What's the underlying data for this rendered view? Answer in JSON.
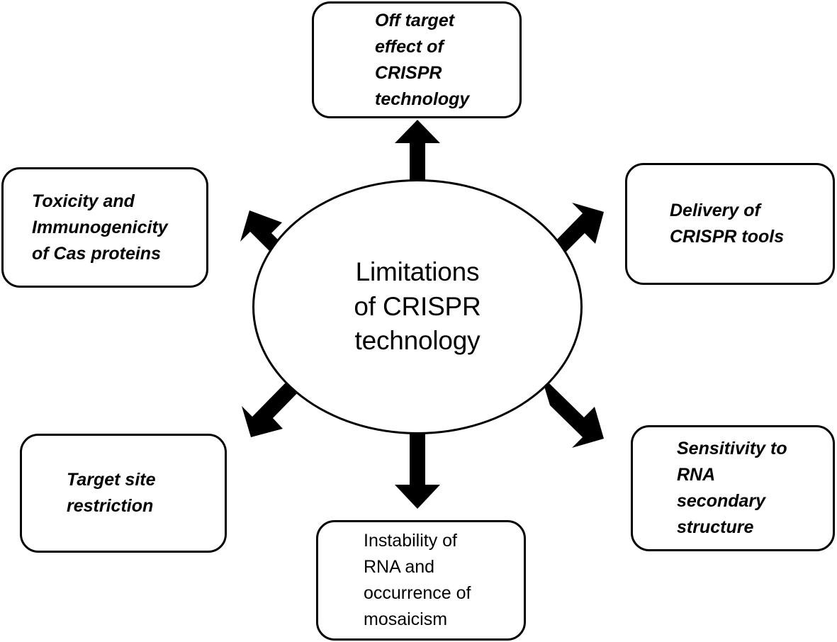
{
  "diagram": {
    "type": "hub-and-spoke",
    "title": "Limitations of CRISPR technology",
    "center": {
      "shape": "ellipse",
      "label": "Limitations\nof CRISPR\ntechnology"
    },
    "colors": {
      "stroke": "#000000",
      "fill": "#ffffff",
      "text": "#000000",
      "arrow": "#000000"
    },
    "nodes": [
      {
        "id": "off-target",
        "label": "Off target\neffect of\nCRISPR\ntechnology",
        "position": "top",
        "arrow_direction": "up"
      },
      {
        "id": "toxicity",
        "label": "Toxicity and\nImmunogenicity\nof Cas proteins",
        "position": "top-left",
        "arrow_direction": "up-left"
      },
      {
        "id": "delivery",
        "label": "Delivery of\nCRISPR tools",
        "position": "top-right",
        "arrow_direction": "up-right"
      },
      {
        "id": "target-site",
        "label": "Target site\nrestriction",
        "position": "bottom-left",
        "arrow_direction": "down-left"
      },
      {
        "id": "sensitivity",
        "label": "Sensitivity to\nRNA\nsecondary\nstructure",
        "position": "bottom-right",
        "arrow_direction": "down-right"
      },
      {
        "id": "instability",
        "label": "Instability of\nRNA and\noccurrence of\nmosaicism",
        "position": "bottom",
        "arrow_direction": "down"
      }
    ],
    "arrows": [
      {
        "id": "arrow-up",
        "from": "center",
        "to": "off-target"
      },
      {
        "id": "arrow-up-left",
        "from": "center",
        "to": "toxicity"
      },
      {
        "id": "arrow-up-right",
        "from": "center",
        "to": "delivery"
      },
      {
        "id": "arrow-down-left",
        "from": "center",
        "to": "target-site"
      },
      {
        "id": "arrow-down-right",
        "from": "center",
        "to": "sensitivity"
      },
      {
        "id": "arrow-down",
        "from": "center",
        "to": "instability"
      }
    ]
  }
}
